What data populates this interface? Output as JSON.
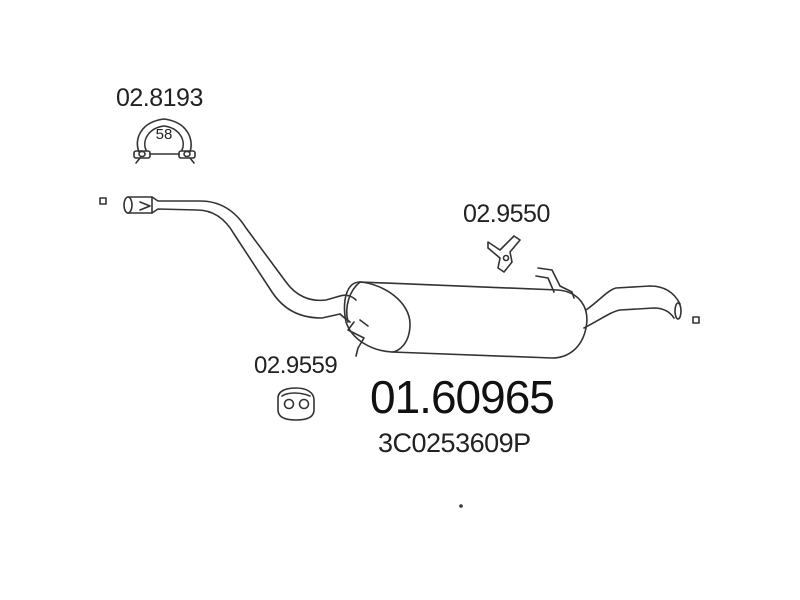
{
  "parts": {
    "clamp": {
      "code": "02.8193",
      "size_label": "58"
    },
    "hanger": {
      "code": "02.9550"
    },
    "mount": {
      "code": "02.9559"
    },
    "silencer": {
      "part_number": "01.60965",
      "oem_number": "3C0253609P"
    }
  }
}
